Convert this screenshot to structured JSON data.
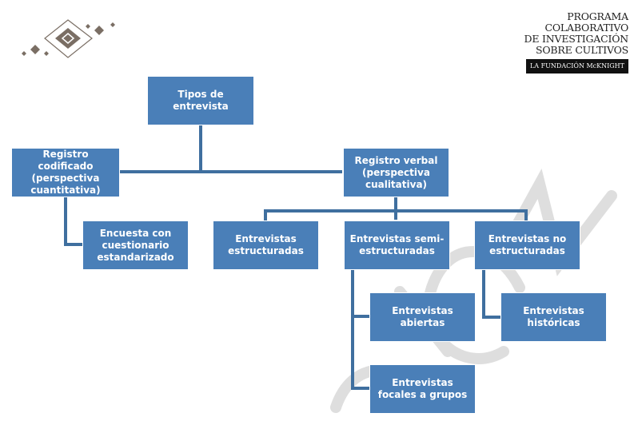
{
  "brand": {
    "lines": [
      "PROGRAMA",
      "COLABORATIVO",
      "DE INVESTIGACIÓN",
      "SOBRE CULTIVOS"
    ],
    "badge": "LA FUNDACIÓN McKNIGHT"
  },
  "logo": {
    "icon": "diamond-pattern-logo",
    "color": "#7a6e64"
  },
  "colors": {
    "node_fill": "#4a7fb8",
    "connector": "#3f6f9f",
    "node_text": "#ffffff",
    "watermark": "#dcdcdc"
  },
  "diagram": {
    "root": {
      "label": "Tipos de entrevista"
    },
    "coded": {
      "label": "Registro codificado (perspectiva cuantitativa)"
    },
    "survey": {
      "label": "Encuesta con cuestionario estandarizado"
    },
    "verbal": {
      "label": "Registro verbal (perspectiva cualitativa)"
    },
    "structured": {
      "label": "Entrevistas estructuradas"
    },
    "semi": {
      "label": "Entrevistas semi-estructuradas"
    },
    "unstructured": {
      "label": "Entrevistas no estructuradas"
    },
    "open": {
      "label": "Entrevistas abiertas"
    },
    "focus": {
      "label": "Entrevistas focales a grupos"
    },
    "historical": {
      "label": "Entrevistas históricas"
    }
  }
}
